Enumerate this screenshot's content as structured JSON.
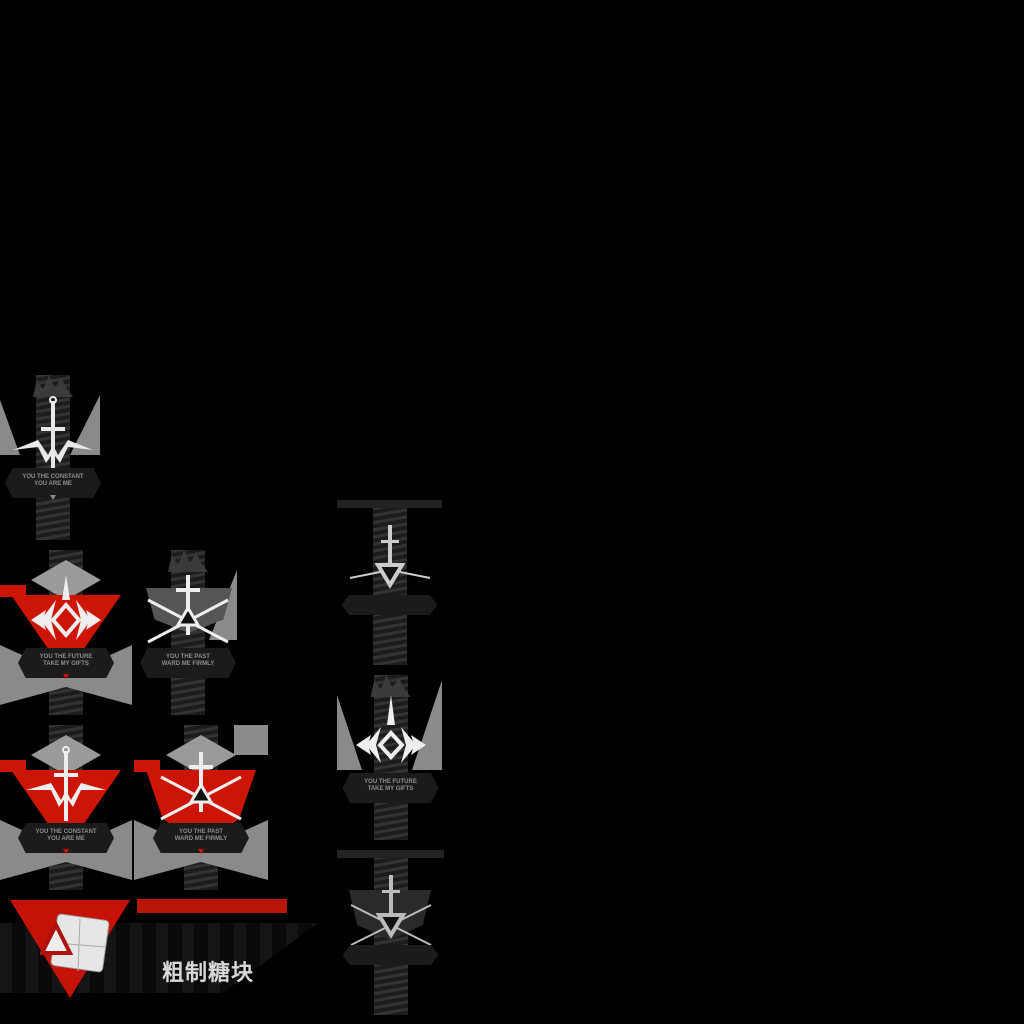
{
  "atlas": {
    "tiles": [
      {
        "id": "constant-grey",
        "line1": "YOU THE CONSTANT",
        "line2": "YOU ARE ME",
        "variant": "grey",
        "emblem": "sword-wings-icon"
      },
      {
        "id": "future-red",
        "line1": "YOU THE FUTURE",
        "line2": "TAKE MY GIFTS",
        "variant": "red",
        "emblem": "spire-diamond-icon"
      },
      {
        "id": "past-grey",
        "line1": "YOU THE PAST",
        "line2": "WARD ME FIRMLY",
        "variant": "grey",
        "emblem": "triangle-crossed-swords-icon"
      },
      {
        "id": "constant-red",
        "line1": "YOU THE CONSTANT",
        "line2": "YOU ARE ME",
        "variant": "red",
        "emblem": "sword-wings-icon"
      },
      {
        "id": "past-red",
        "line1": "YOU THE PAST",
        "line2": "WARD ME FIRMLY",
        "variant": "red",
        "emblem": "triangle-crossed-swords-icon"
      },
      {
        "id": "triangle-dark",
        "variant": "dark",
        "emblem": "triangle-sword-icon"
      },
      {
        "id": "future-grey",
        "line1": "YOU THE FUTURE",
        "line2": "TAKE MY GIFTS",
        "variant": "grey",
        "emblem": "spire-diamond-icon"
      },
      {
        "id": "triangle-dark-2",
        "variant": "dark",
        "emblem": "triangle-crossed-swords-icon"
      }
    ],
    "banner": {
      "item_name": "粗制糖块",
      "icon": "sugar-cube-icon"
    },
    "colors": {
      "accent_red": "#cc1505",
      "grey": "#9a9a9a",
      "dark": "#1b1b1b"
    }
  }
}
